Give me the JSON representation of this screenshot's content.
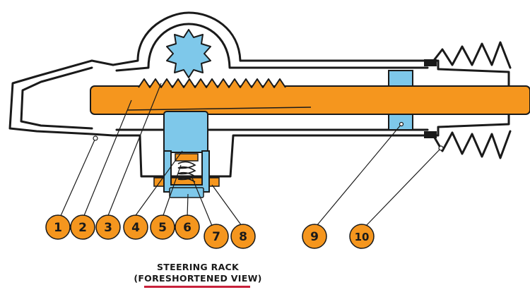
{
  "caption": {
    "title": "STEERING RACK",
    "subtitle": "(FORESHORTENED VIEW)"
  },
  "callouts": [
    "1",
    "2",
    "3",
    "4",
    "5",
    "6",
    "7",
    "8",
    "9",
    "10"
  ],
  "colors": {
    "rack": "#F5961E",
    "pinion_and_parts": "#7EC8EA",
    "callout_fill": "#F5961E",
    "outline": "#1a1a1a",
    "caption_underline": "#C8203A"
  }
}
